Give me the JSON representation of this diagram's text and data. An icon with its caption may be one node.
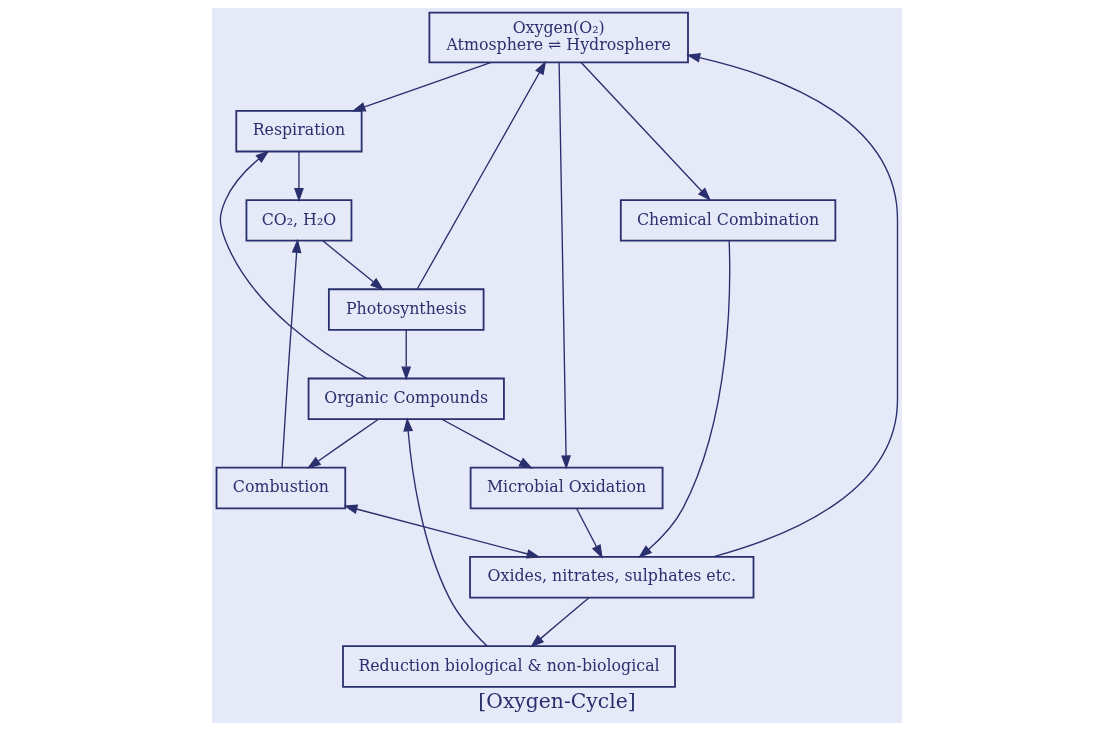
{
  "diagram": {
    "caption": "[Oxygen-Cycle]",
    "nodes": [
      {
        "text": [
          "Oxygen(O₂)",
          "Atmosphere ⇌ Hydrosphere"
        ]
      },
      {
        "text": [
          "Respiration"
        ]
      },
      {
        "text": [
          "Organic Compounds"
        ]
      },
      {
        "text": [
          "Combustion"
        ]
      },
      {
        "text": [
          "Microbial Oxidation"
        ]
      },
      {
        "text": [
          "Chemical Combination"
        ]
      },
      {
        "text": [
          "Reduction biological & non-biological"
        ]
      },
      {
        "text": [
          "Oxides, nitrates, sulphates etc."
        ]
      },
      {
        "text": [
          "Photosynthesis"
        ]
      },
      {
        "text": [
          "CO₂, H₂O"
        ]
      }
    ],
    "edges": [
      {
        "from": 0,
        "to": 1,
        "arrow": "to"
      },
      {
        "from": 0,
        "to": 5,
        "arrow": "to"
      },
      {
        "from": 0,
        "to": 4,
        "arrow": "to"
      },
      {
        "from": 2,
        "to": 1,
        "arrow": "to"
      },
      {
        "from": 2,
        "to": 3,
        "arrow": "to"
      },
      {
        "from": 2,
        "to": 4,
        "arrow": "to"
      },
      {
        "from": 1,
        "to": 9,
        "arrow": "to"
      },
      {
        "from": 3,
        "to": 9,
        "arrow": "to"
      },
      {
        "from": 3,
        "to": 7,
        "arrow": "both"
      },
      {
        "from": 5,
        "to": 7,
        "arrow": "to"
      },
      {
        "from": 4,
        "to": 7,
        "arrow": "to"
      },
      {
        "from": 7,
        "to": 0,
        "arrow": "to"
      },
      {
        "from": 7,
        "to": 6,
        "arrow": "to"
      },
      {
        "from": 6,
        "to": 2,
        "arrow": "to"
      },
      {
        "from": 8,
        "to": 0,
        "arrow": "to"
      },
      {
        "from": 8,
        "to": 2,
        "arrow": "to"
      },
      {
        "from": 9,
        "to": 8,
        "arrow": "to"
      }
    ]
  }
}
